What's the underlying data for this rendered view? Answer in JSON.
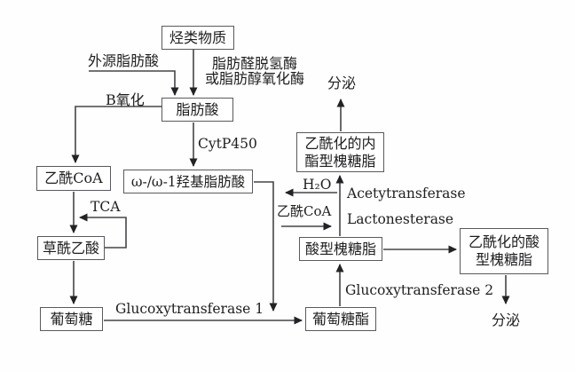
{
  "nodes": {
    "hydrocarbon": "烃类物质",
    "fatty_acid": "脂肪酸",
    "acetyl_coa": "乙酰CoA",
    "omega_hydroxy_fatty_acid": "ω-/ω-1羟基脂肪酸",
    "oxaloacetate": "草酰乙酸",
    "glucose": "葡萄糖",
    "glucose_ester": "葡萄糖酯",
    "acidic_sophorolipid": "酸型槐糖脂",
    "acetylated_lactonic_sophorolipid": "乙酰化的内\n酯型槐糖脂",
    "acetylated_acidic_sophorolipid": "乙酰化的酸\n型槐糖脂"
  },
  "labels": {
    "exogenous_fatty_acid": "外源脂肪酸",
    "fatty_aldehyde_enzyme": "脂肪醛脱氢酶\n或脂肪醇氧化酶",
    "beta_oxidation": "B氧化",
    "cytp450": "CytP450",
    "tca": "TCA",
    "glucoxytransferase_1": "Glucoxytransferase 1",
    "glucoxytransferase_2": "Glucoxytransferase 2",
    "h2o": "H₂O",
    "acetyl_coa_substrate": "乙酰CoA",
    "acetytransferase": "Acetytransferase",
    "lactonesterase": "Lactonesterase",
    "secretion_top": "分泌",
    "secretion_right": "分泌"
  },
  "edges": [
    {
      "from": "烃类物质",
      "to": "脂肪酸",
      "label": "脂肪醛脱氢酶或脂肪醇氧化酶"
    },
    {
      "from": "外源脂肪酸",
      "to": "脂肪酸"
    },
    {
      "from": "脂肪酸",
      "to": "乙酰CoA",
      "label": "B氧化"
    },
    {
      "from": "脂肪酸",
      "to": "ω-/ω-1羟基脂肪酸",
      "label": "CytP450"
    },
    {
      "from": "乙酰CoA",
      "to": "草酰乙酸",
      "label": "TCA"
    },
    {
      "from": "草酰乙酸",
      "to": "葡萄糖"
    },
    {
      "from": "葡萄糖",
      "to": "葡萄糖酯",
      "label": "Glucoxytransferase 1"
    },
    {
      "from": "ω-/ω-1羟基脂肪酸",
      "to": "葡萄糖酯"
    },
    {
      "from": "葡萄糖酯",
      "to": "酸型槐糖脂",
      "label": "Glucoxytransferase 2"
    },
    {
      "from": "酸型槐糖脂",
      "to": "乙酰化的内酯型槐糖脂",
      "label": "Acetytransferase, Lactonesterase",
      "consumes": "乙酰CoA",
      "releases": "H₂O"
    },
    {
      "from": "酸型槐糖脂",
      "to": "乙酰化的酸型槐糖脂"
    },
    {
      "from": "乙酰化的内酯型槐糖脂",
      "to": "分泌"
    },
    {
      "from": "乙酰化的酸型槐糖脂",
      "to": "分泌"
    }
  ],
  "colors": {
    "line": "#454548",
    "arrowhead": "#232326",
    "box_border": "#595a5e",
    "text": "#1e1e20",
    "background": "#fefefe"
  }
}
